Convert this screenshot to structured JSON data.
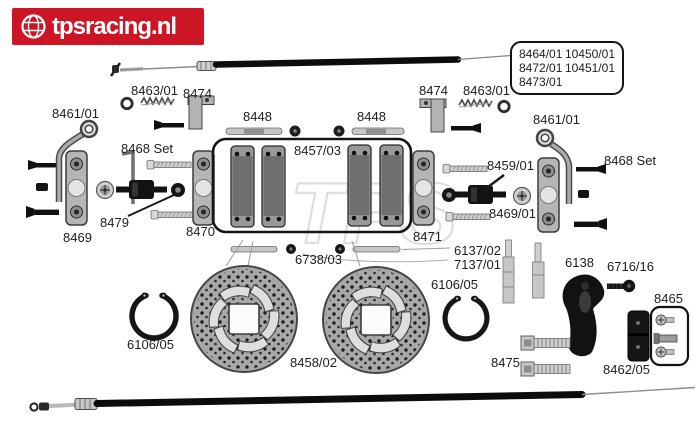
{
  "logo": {
    "text": "tpsracing.nl",
    "icon": "globe-icon",
    "bg_color": "#cc1626"
  },
  "info_box": {
    "rows": [
      [
        "8464/01",
        "10450/01"
      ],
      [
        "8472/01",
        "10451/01"
      ],
      [
        "8473/01",
        ""
      ]
    ]
  },
  "watermark": "TPS",
  "labels": {
    "spring_left": "8463/01",
    "bracket_left": "8474",
    "cable_elbow_left": "8461/01",
    "screwset_left": "8468 Set",
    "plate_left": "8469",
    "coupler_left": "8479",
    "caliper_plate_left": "8470",
    "pin_left": "8448",
    "pin_right": "8448",
    "pad_set": "8457/03",
    "screws_below": "6738/03",
    "brake_disc": "8458/02",
    "snap_ring_left": "6106/05",
    "snap_ring_right": "6106/05",
    "spacer_a": "6137/02",
    "spacer_b": "7137/01",
    "bracket_right": "8474",
    "spring_right": "8463/01",
    "cable_elbow_right": "8461/01",
    "coupler_right": "8459/01",
    "plate_right": "8469/01",
    "screwset_right": "8468 Set",
    "caliper_plate_right": "8471",
    "mount": "6138",
    "screw_6716": "6716/16",
    "screw_box": "8465",
    "block": "8462/05",
    "adjuster_screws": "8475"
  }
}
